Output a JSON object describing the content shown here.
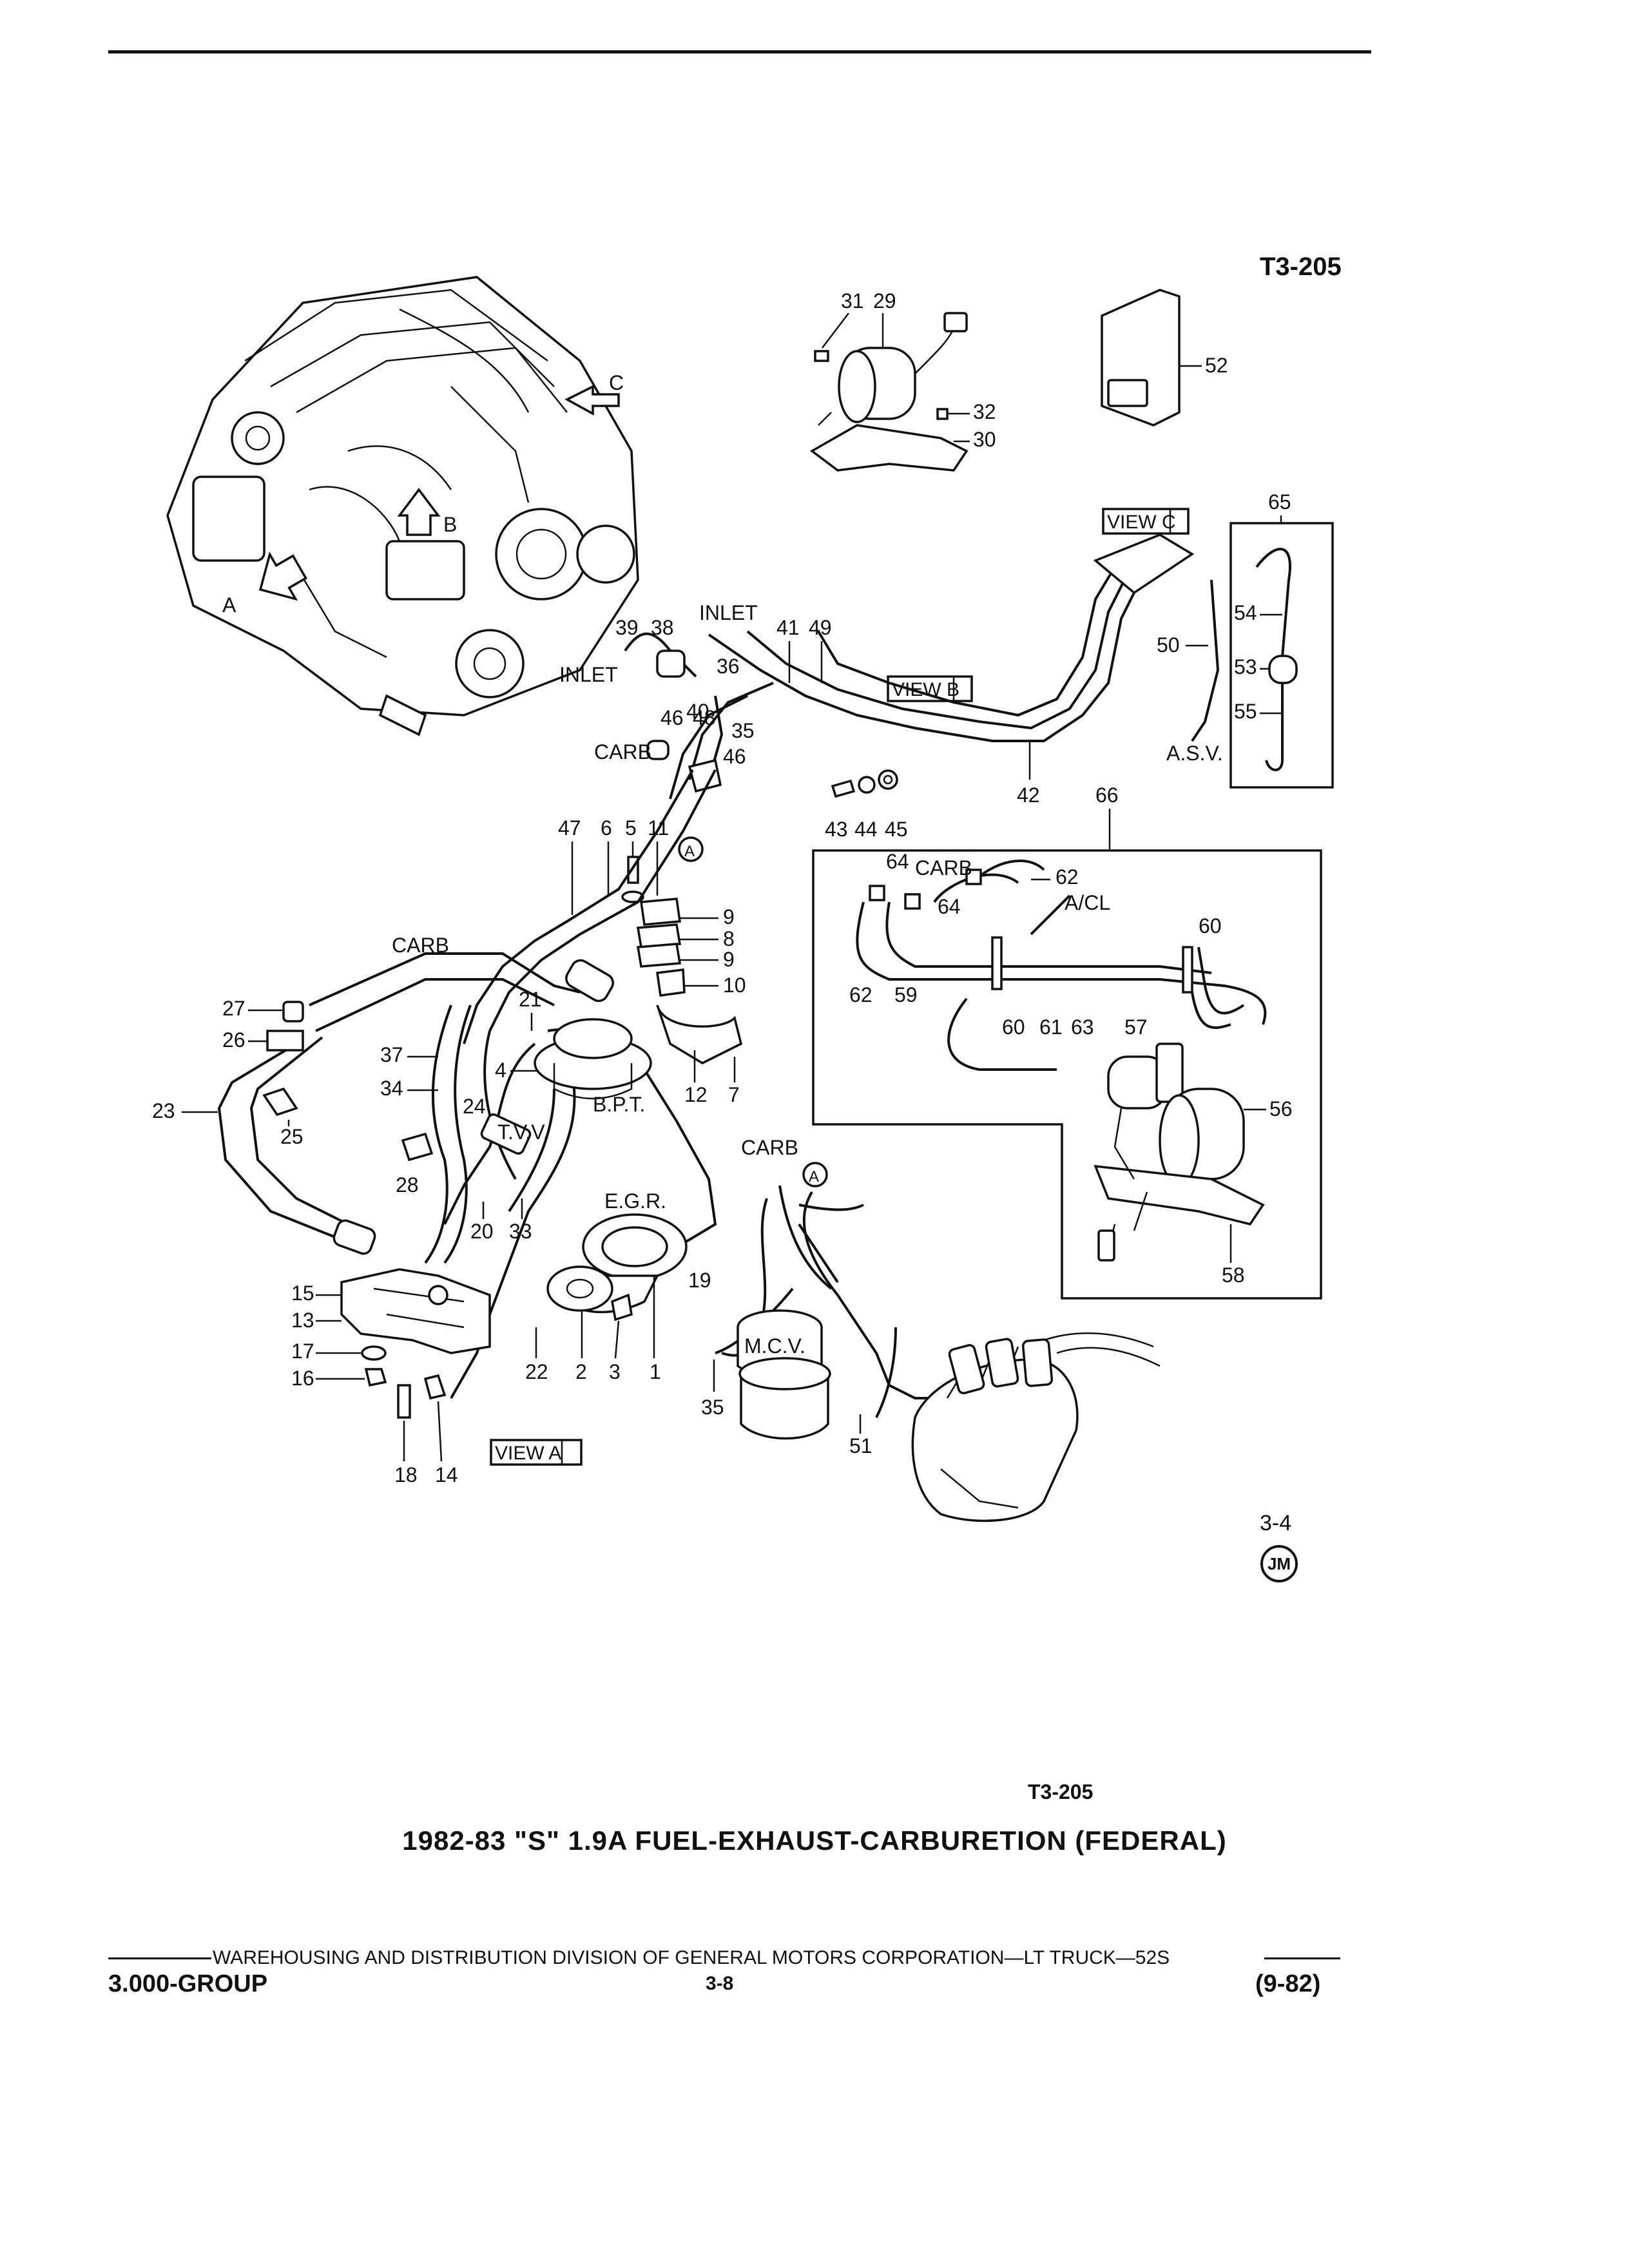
{
  "figure_code_top": "T3-205",
  "figure_code_bottom": "T3-205",
  "page_ref": "3-4",
  "badge": "JM",
  "title": "1982-83 \"S\" 1.9A FUEL-EXHAUST-CARBURETION (FEDERAL)",
  "footer": {
    "division": "WAREHOUSING AND DISTRIBUTION  DIVISION OF GENERAL MOTORS CORPORATION—LT TRUCK—52S",
    "group": "3.000-GROUP",
    "page": "3-8",
    "date": "(9-82)"
  },
  "views": {
    "a": "VIEW A",
    "b": "VIEW B",
    "c": "VIEW C"
  },
  "arrow_labels": {
    "a": "A",
    "b": "B",
    "c": "C"
  },
  "component_labels": {
    "inlet_top": "INLET",
    "inlet_left": "INLET",
    "carb_1": "CARB",
    "carb_2": "CARB",
    "carb_3": "CARB",
    "carb_4": "CARB",
    "acl": "A/CL",
    "asv": "A.S.V.",
    "bpt": "B.P.T.",
    "egr": "E.G.R.",
    "tvv": "T.V.V.",
    "mcv": "M.C.V.",
    "circle_a": "A"
  },
  "callouts": [
    {
      "id": "c31",
      "text": "31"
    },
    {
      "id": "c29",
      "text": "29"
    },
    {
      "id": "c32",
      "text": "32"
    },
    {
      "id": "c30",
      "text": "30"
    },
    {
      "id": "c52",
      "text": "52"
    },
    {
      "id": "c65",
      "text": "65"
    },
    {
      "id": "c54",
      "text": "54"
    },
    {
      "id": "c53",
      "text": "53"
    },
    {
      "id": "c55",
      "text": "55"
    },
    {
      "id": "c50",
      "text": "50"
    },
    {
      "id": "c39",
      "text": "39"
    },
    {
      "id": "c38",
      "text": "38"
    },
    {
      "id": "c41",
      "text": "41"
    },
    {
      "id": "c49",
      "text": "49"
    },
    {
      "id": "c36",
      "text": "36"
    },
    {
      "id": "c40",
      "text": "40"
    },
    {
      "id": "c35a",
      "text": "35"
    },
    {
      "id": "c46a",
      "text": "46"
    },
    {
      "id": "c48",
      "text": "48"
    },
    {
      "id": "c46b",
      "text": "46"
    },
    {
      "id": "c42",
      "text": "42"
    },
    {
      "id": "c43",
      "text": "43"
    },
    {
      "id": "c44",
      "text": "44"
    },
    {
      "id": "c45",
      "text": "45"
    },
    {
      "id": "c66",
      "text": "66"
    },
    {
      "id": "c47",
      "text": "47"
    },
    {
      "id": "c6",
      "text": "6"
    },
    {
      "id": "c5",
      "text": "5"
    },
    {
      "id": "c11",
      "text": "11"
    },
    {
      "id": "c9a",
      "text": "9"
    },
    {
      "id": "c8",
      "text": "8"
    },
    {
      "id": "c9b",
      "text": "9"
    },
    {
      "id": "c10",
      "text": "10"
    },
    {
      "id": "c12",
      "text": "12"
    },
    {
      "id": "c7",
      "text": "7"
    },
    {
      "id": "c27",
      "text": "27"
    },
    {
      "id": "c26",
      "text": "26"
    },
    {
      "id": "c21",
      "text": "21"
    },
    {
      "id": "c37",
      "text": "37"
    },
    {
      "id": "c34",
      "text": "34"
    },
    {
      "id": "c4",
      "text": "4"
    },
    {
      "id": "c24",
      "text": "24"
    },
    {
      "id": "c23",
      "text": "23"
    },
    {
      "id": "c25",
      "text": "25"
    },
    {
      "id": "c28",
      "text": "28"
    },
    {
      "id": "c20",
      "text": "20"
    },
    {
      "id": "c33",
      "text": "33"
    },
    {
      "id": "c19",
      "text": "19"
    },
    {
      "id": "c15",
      "text": "15"
    },
    {
      "id": "c13",
      "text": "13"
    },
    {
      "id": "c17",
      "text": "17"
    },
    {
      "id": "c16",
      "text": "16"
    },
    {
      "id": "c22",
      "text": "22"
    },
    {
      "id": "c2",
      "text": "2"
    },
    {
      "id": "c3",
      "text": "3"
    },
    {
      "id": "c1",
      "text": "1"
    },
    {
      "id": "c35b",
      "text": "35"
    },
    {
      "id": "c51",
      "text": "51"
    },
    {
      "id": "c18",
      "text": "18"
    },
    {
      "id": "c14",
      "text": "14"
    },
    {
      "id": "c64a",
      "text": "64"
    },
    {
      "id": "c64b",
      "text": "64"
    },
    {
      "id": "c62a",
      "text": "62"
    },
    {
      "id": "c60a",
      "text": "60"
    },
    {
      "id": "c62b",
      "text": "62"
    },
    {
      "id": "c59",
      "text": "59"
    },
    {
      "id": "c60b",
      "text": "60"
    },
    {
      "id": "c61",
      "text": "61"
    },
    {
      "id": "c63",
      "text": "63"
    },
    {
      "id": "c57",
      "text": "57"
    },
    {
      "id": "c56",
      "text": "56"
    },
    {
      "id": "c58",
      "text": "58"
    }
  ]
}
